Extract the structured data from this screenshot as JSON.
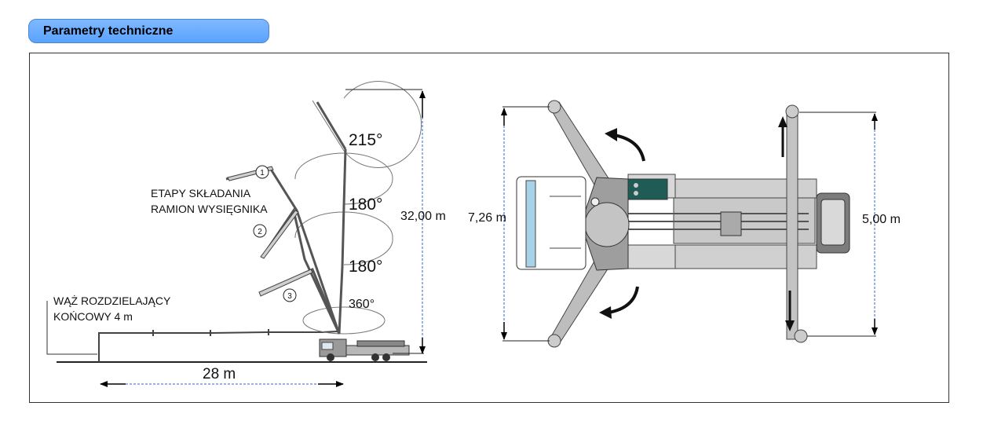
{
  "header": {
    "title": "Parametry techniczne"
  },
  "side_view": {
    "folding_title_line1": "ETAPY SKŁADANIA",
    "folding_title_line2": "RAMION WYSIĘGNIKA",
    "stage_numbers": [
      "1",
      "2",
      "3"
    ],
    "angles": [
      "215°",
      "180°",
      "180°",
      "360°"
    ],
    "height_label": "32,00 m",
    "reach_label": "28 m",
    "hose_line1": "WĄŻ ROZDZIELAJĄCY",
    "hose_line2": "KOŃCOWY 4 m"
  },
  "top_view": {
    "outrigger_span_front": "7,26 m",
    "outrigger_span_rear": "5,00 m"
  }
}
